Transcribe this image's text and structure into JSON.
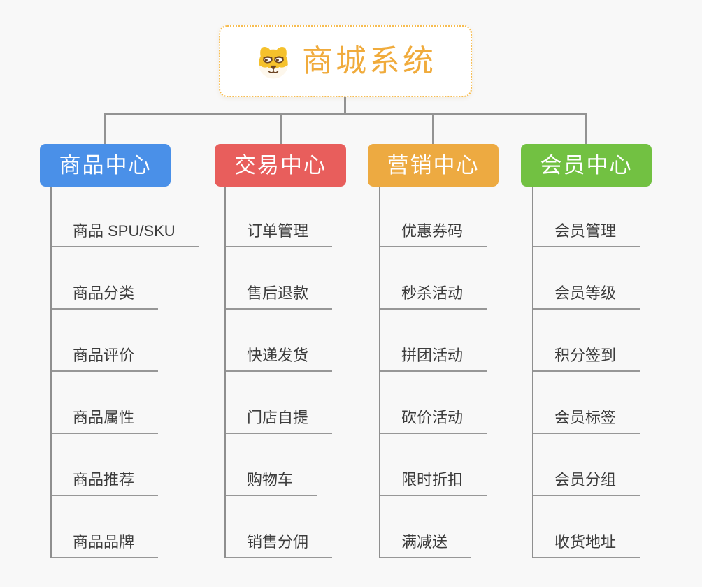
{
  "root": {
    "title": "商城系统",
    "icon": "shiba-dog-face",
    "title_color": "#f0ab3c",
    "border_color": "#f7bc4f"
  },
  "branches": [
    {
      "label": "商品中心",
      "color": "#4a90e8",
      "items": [
        "商品 SPU/SKU",
        "商品分类",
        "商品评价",
        "商品属性",
        "商品推荐",
        "商品品牌"
      ]
    },
    {
      "label": "交易中心",
      "color": "#e85e5c",
      "items": [
        "订单管理",
        "售后退款",
        "快递发货",
        "门店自提",
        "购物车",
        "销售分佣"
      ]
    },
    {
      "label": "营销中心",
      "color": "#edaa41",
      "items": [
        "优惠券码",
        "秒杀活动",
        "拼团活动",
        "砍价活动",
        "限时折扣",
        "满减送"
      ]
    },
    {
      "label": "会员中心",
      "color": "#72c142",
      "items": [
        "会员管理",
        "会员等级",
        "积分签到",
        "会员标签",
        "会员分组",
        "收货地址"
      ]
    }
  ],
  "palette": {
    "background": "#f8f8f8",
    "connector_line": "#939393",
    "leaf_underline": "#979797",
    "leaf_text": "#3c3c3c"
  }
}
